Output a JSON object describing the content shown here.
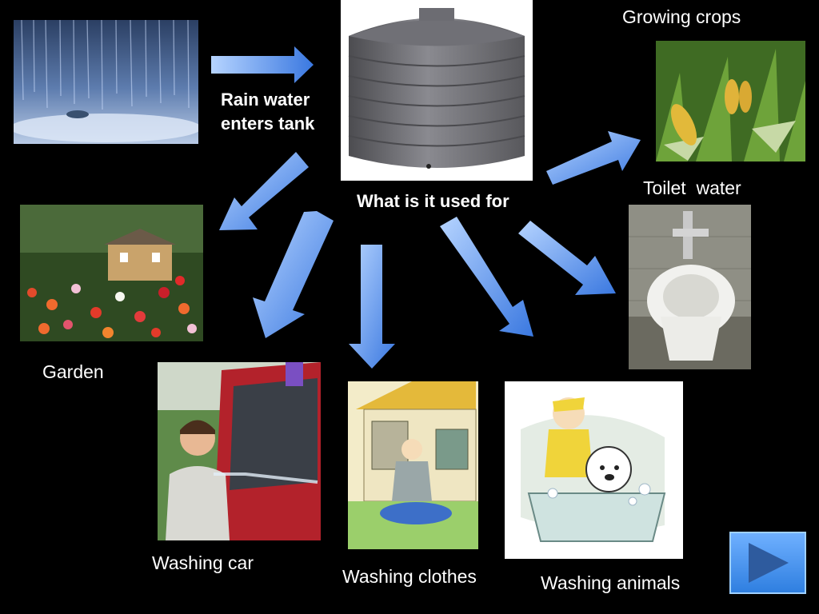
{
  "labels": {
    "rain_caption": "Rain water\nenters tank",
    "question": "What is it used for",
    "growing_crops": "Growing crops",
    "toilet_water": "Toilet  water",
    "garden": "Garden",
    "washing_car": "Washing car",
    "washing_clothes": "Washing clothes",
    "washing_animals": "Washing animals"
  },
  "colors": {
    "background": "#000000",
    "arrow_light": "#a9ccff",
    "arrow_dark": "#3f7fe6"
  },
  "icons": {
    "next": "play-triangle-icon"
  }
}
